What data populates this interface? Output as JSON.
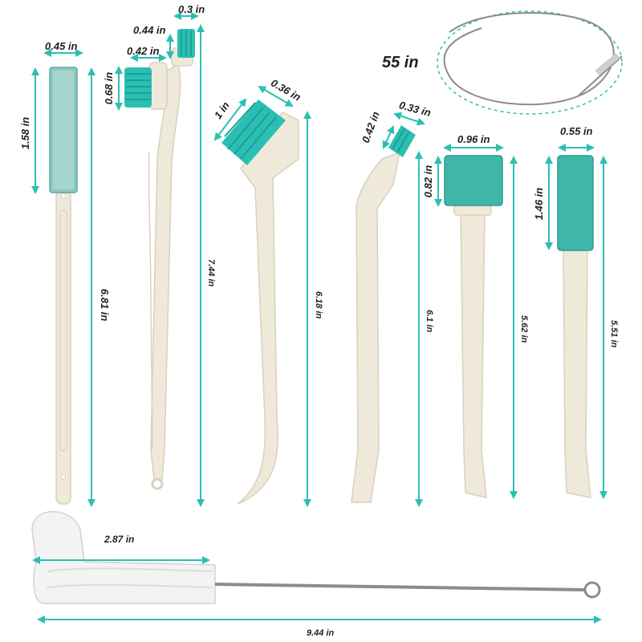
{
  "colors": {
    "teal": "#2bbfb3",
    "teal_dark": "#1f9e95",
    "sponge": "#3fb7a8",
    "handle": "#efe9da",
    "handle_shadow": "#d9d1bd",
    "pipe_foam": "#f3f3f3",
    "wire": "#8c8c8c",
    "text": "#222222"
  },
  "icons": [
    "sponge-brush",
    "angled-brush",
    "tooth-brush",
    "hook-brush",
    "pipe-cleaner-brush",
    "cable-brush"
  ],
  "dimensions": {
    "brush1": {
      "head_width": "0.45 in",
      "head_height": "1.58 in",
      "length": "6.81 in"
    },
    "brush2": {
      "tip_width": "0.3 in",
      "neck_width": "0.44 in",
      "head_width": "0.42 in",
      "head_height": "0.68 in",
      "length": "7.44 in"
    },
    "brush3": {
      "head_width": "0.36 in",
      "head_height": "1 in",
      "length": "6.18 in"
    },
    "brush4": {
      "head_width": "0.33 in",
      "head_height": "0.42 in",
      "length": "6.1 in"
    },
    "brush5": {
      "head_width": "0.96 in",
      "head_height": "0.82 in",
      "length": "5.62 in"
    },
    "brush6": {
      "head_width": "0.55 in",
      "head_height": "1.46 in",
      "length": "5.51 in"
    },
    "pipe_brush": {
      "foam_length": "2.87 in",
      "total_length": "9.44 in"
    },
    "cable_brush": {
      "length": "55 in"
    }
  }
}
